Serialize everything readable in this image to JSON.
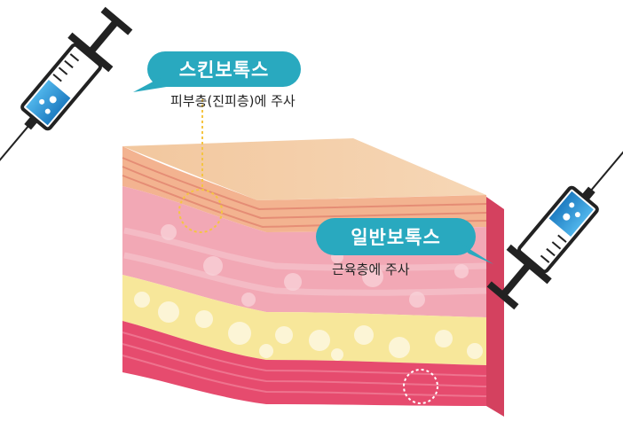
{
  "callouts": {
    "skin_botox": {
      "title": "스킨보톡스",
      "description": "피부층(진피층)에 주사"
    },
    "general_botox": {
      "title": "일반보톡스",
      "description": "근육층에 주사"
    }
  },
  "colors": {
    "bubble": "#29a9bf",
    "target_dash": "#f5c542",
    "syringe_fluid": "#2b8fd0",
    "fat_layer": "#f7e79a",
    "muscle_layer": "#e64b6e",
    "dermis_layer": "#f1a7b4",
    "epidermis_layer": "#f6c9a3"
  }
}
